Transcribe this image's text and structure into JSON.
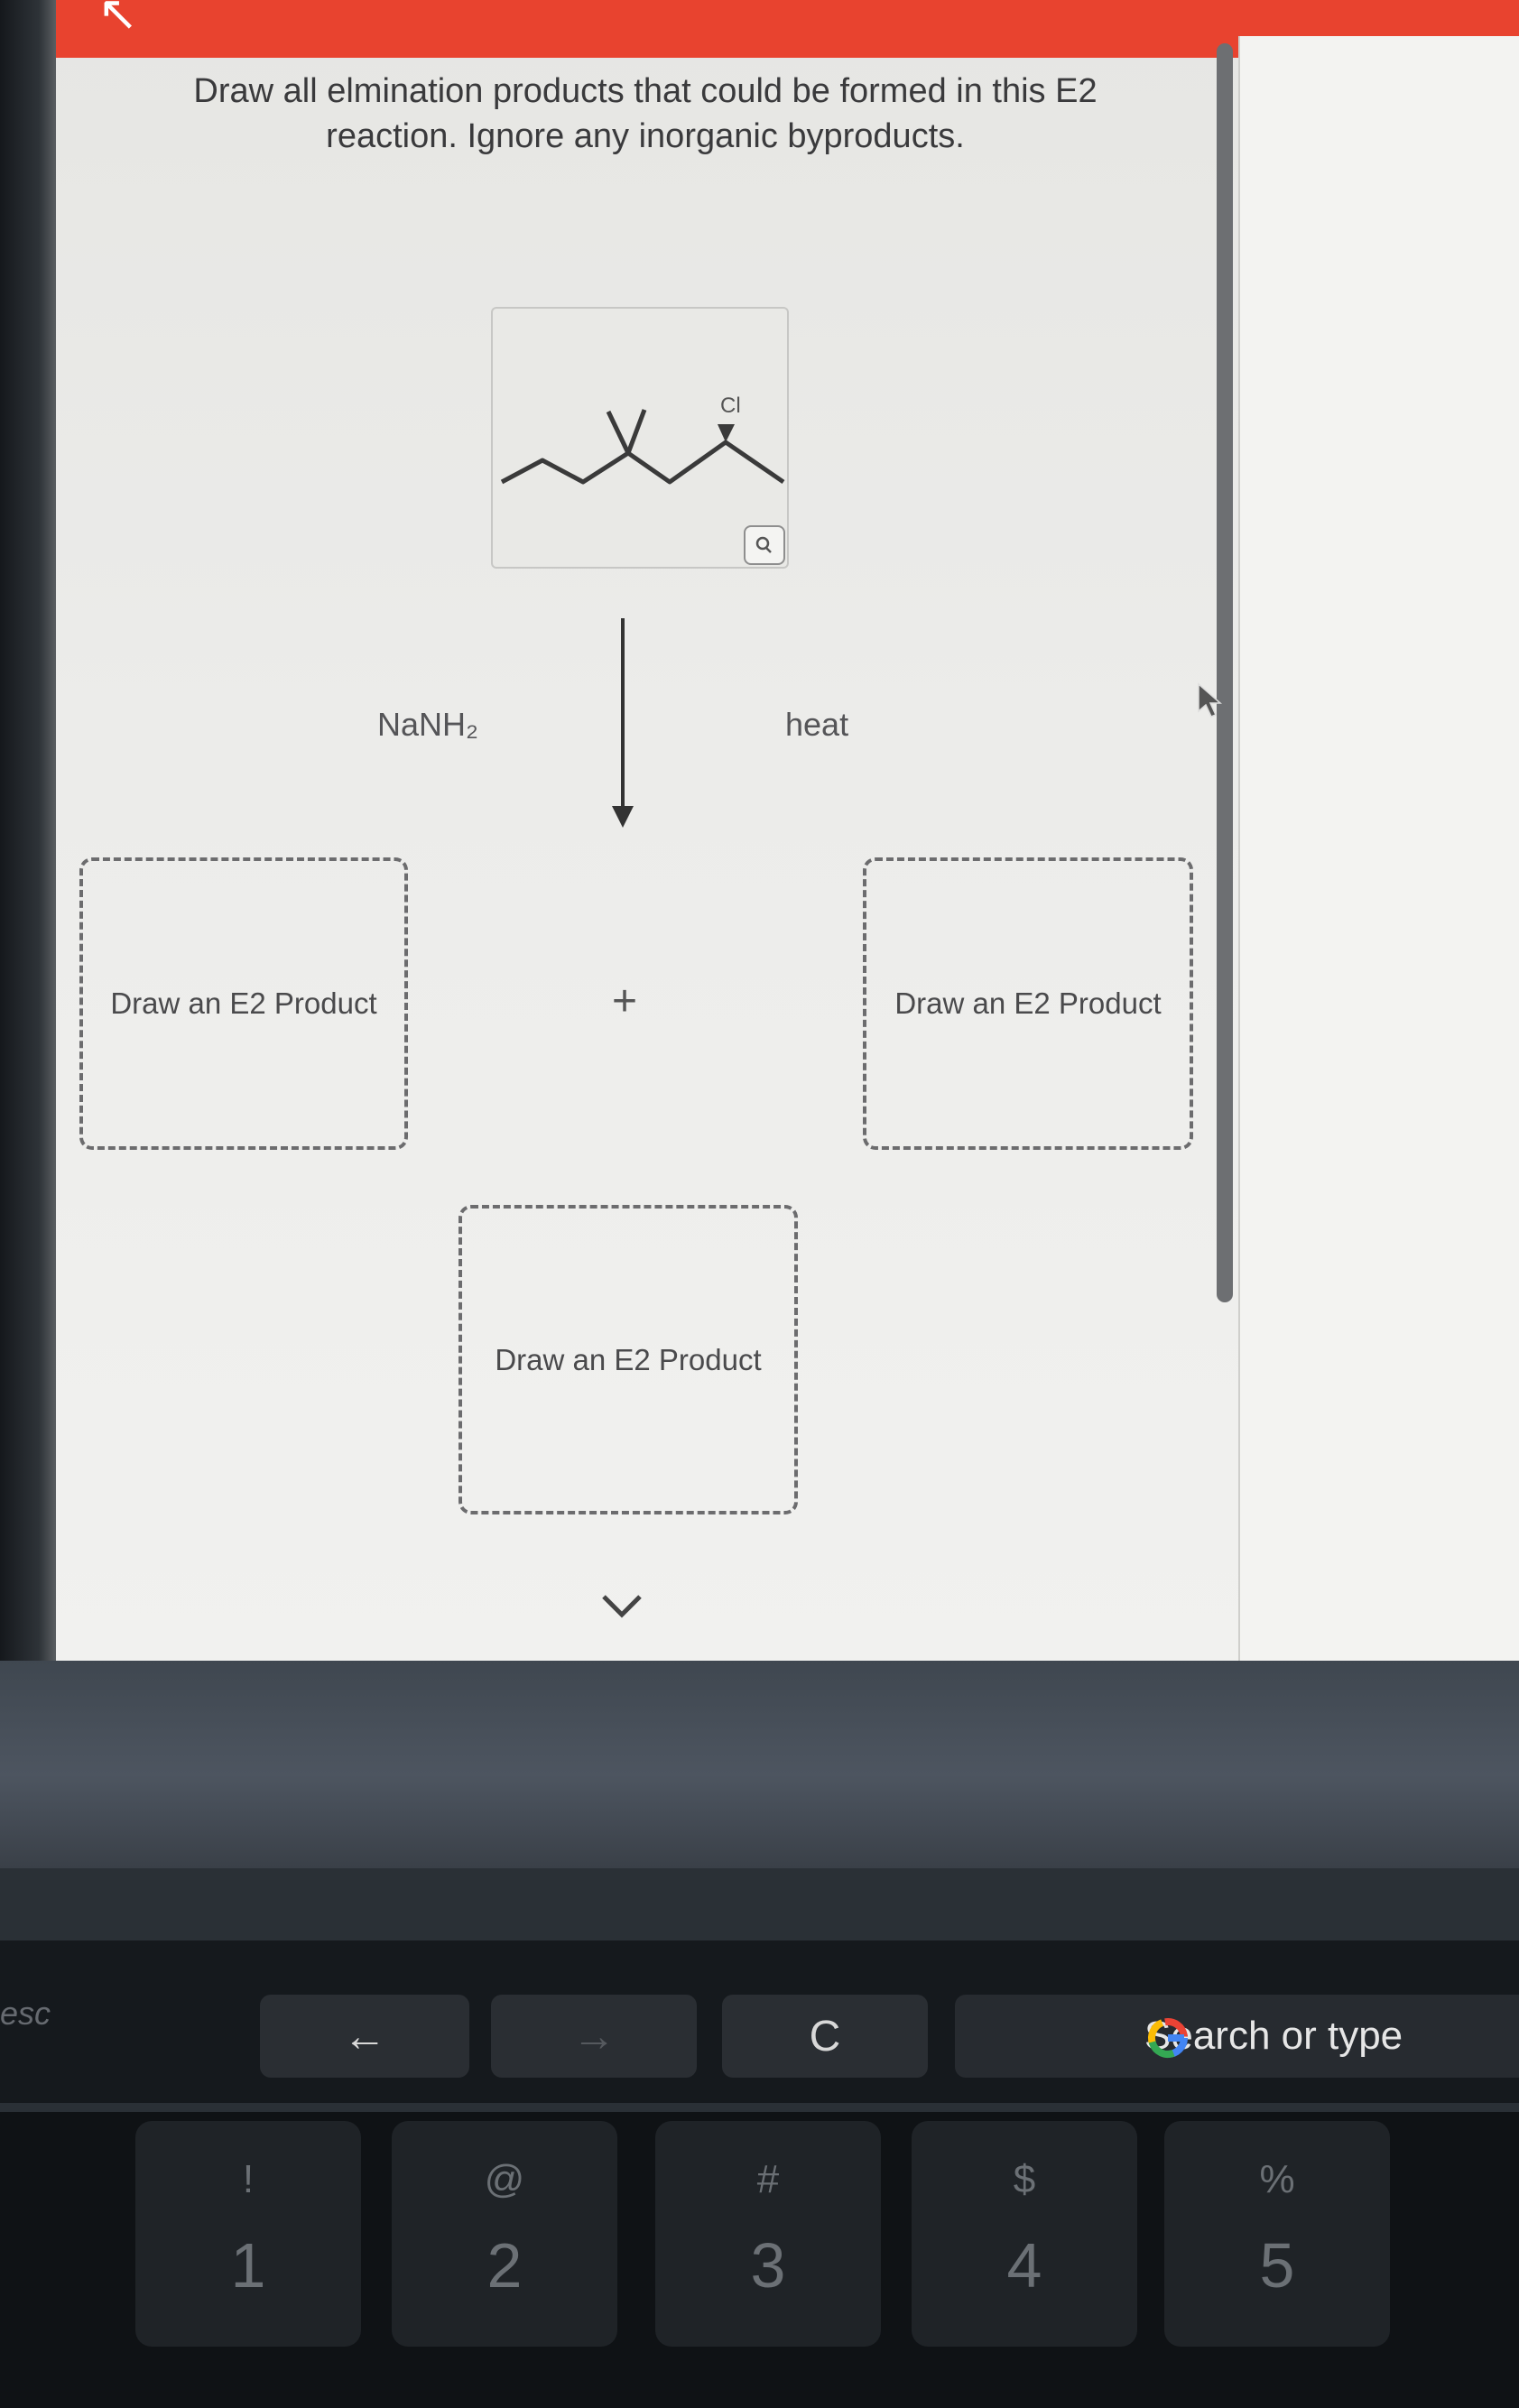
{
  "question": {
    "line1": "Draw all elmination products that could be formed in this E2",
    "line2": "reaction. Ignore any inorganic byproducts."
  },
  "reactant": {
    "leaving_group_label": "Cl"
  },
  "reagents": {
    "left": "NaNH₂",
    "right": "heat"
  },
  "products": {
    "box1_label": "Draw an E2 Product",
    "box2_label": "Draw an E2 Product",
    "box3_label": "Draw an E2 Product",
    "plus": "+"
  },
  "touchbar": {
    "esc": "esc",
    "back": "←",
    "forward": "→",
    "reload": "C",
    "search": "Search or type"
  },
  "keys": [
    {
      "sym": "!",
      "num": "1"
    },
    {
      "sym": "@",
      "num": "2"
    },
    {
      "sym": "#",
      "num": "3"
    },
    {
      "sym": "$",
      "num": "4"
    },
    {
      "sym": "%",
      "num": "5"
    }
  ],
  "colors": {
    "header": "#e8432f",
    "text": "#3a3a3c",
    "dashed_border": "#6c6c6e"
  }
}
